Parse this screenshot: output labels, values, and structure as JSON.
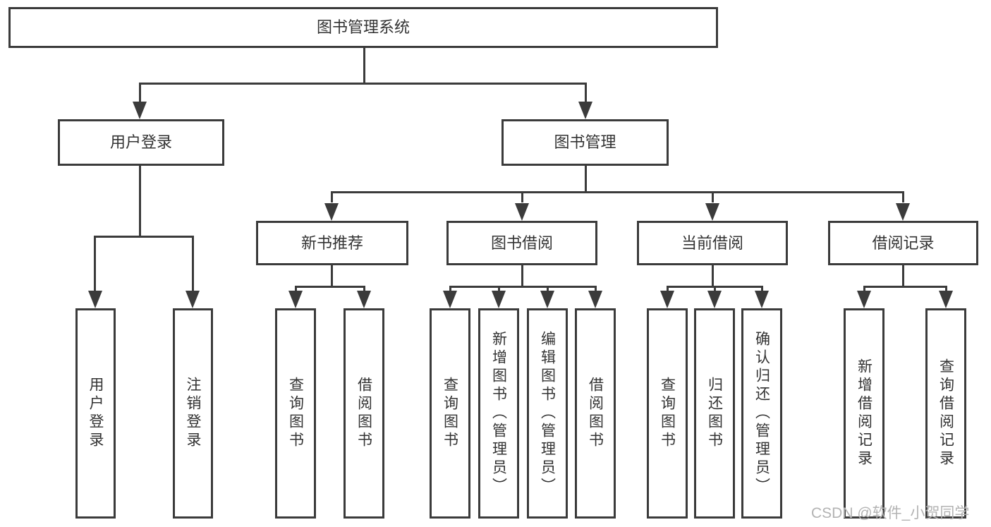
{
  "diagram": {
    "title": "图书管理系统",
    "root": {
      "label": "图书管理系统"
    },
    "level2": [
      {
        "label": "用户登录"
      },
      {
        "label": "图书管理"
      }
    ],
    "level3": [
      {
        "label": "新书推荐"
      },
      {
        "label": "图书借阅"
      },
      {
        "label": "当前借阅"
      },
      {
        "label": "借阅记录"
      }
    ],
    "leaves": [
      {
        "parent": "用户登录",
        "label": "用户登录"
      },
      {
        "parent": "用户登录",
        "label": "注销登录"
      },
      {
        "parent": "新书推荐",
        "label": "查询图书"
      },
      {
        "parent": "新书推荐",
        "label": "借阅图书"
      },
      {
        "parent": "图书借阅",
        "label": "查询图书"
      },
      {
        "parent": "图书借阅",
        "label": "新增图书（管理员）"
      },
      {
        "parent": "图书借阅",
        "label": "编辑图书（管理员）"
      },
      {
        "parent": "图书借阅",
        "label": "借阅图书"
      },
      {
        "parent": "当前借阅",
        "label": "查询图书"
      },
      {
        "parent": "当前借阅",
        "label": "归还图书"
      },
      {
        "parent": "当前借阅",
        "label": "确认归还（管理员）"
      },
      {
        "parent": "借阅记录",
        "label": "新增借阅记录"
      },
      {
        "parent": "借阅记录",
        "label": "查询借阅记录"
      }
    ]
  },
  "watermark": {
    "text": "CSDN @软件_小贺同学"
  },
  "colors": {
    "line": "#3b3b3b",
    "text": "#333333",
    "box_background": "#ffffff",
    "watermark": "#b3b3b3",
    "page_background": "#ffffff"
  }
}
